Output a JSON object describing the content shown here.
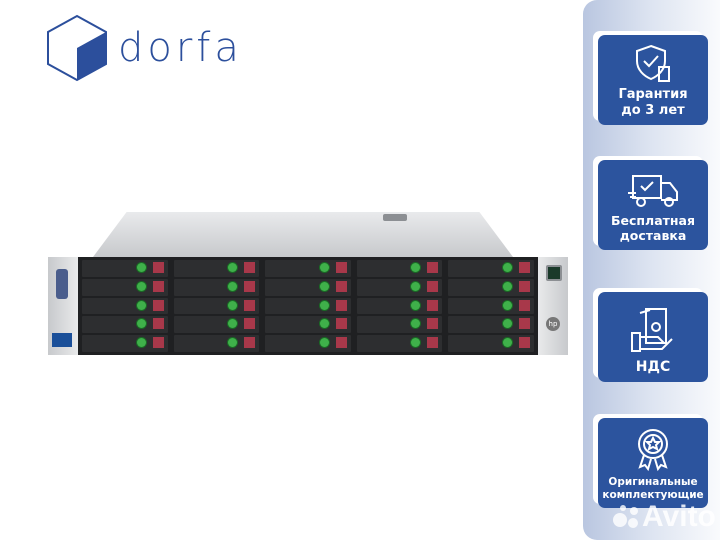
{
  "brand": {
    "name": "dorfa",
    "color": "#2c4f9c"
  },
  "features": [
    {
      "icon": "shield-hourglass-icon",
      "label_lines": [
        "Гарантия",
        "до 3 лет"
      ]
    },
    {
      "icon": "delivery-truck-icon",
      "label_lines": [
        "Бесплатная",
        "доставка"
      ]
    },
    {
      "icon": "cash-hand-icon",
      "label_lines": [
        "НДС"
      ]
    },
    {
      "icon": "award-rosette-icon",
      "label_lines": [
        "Оригинальные",
        "комплектующие"
      ]
    }
  ],
  "card_color": "#2c549e",
  "watermark": {
    "text": "Avito"
  },
  "product": {
    "image": "rack-server-25-bay",
    "hp_logo": "hp"
  }
}
